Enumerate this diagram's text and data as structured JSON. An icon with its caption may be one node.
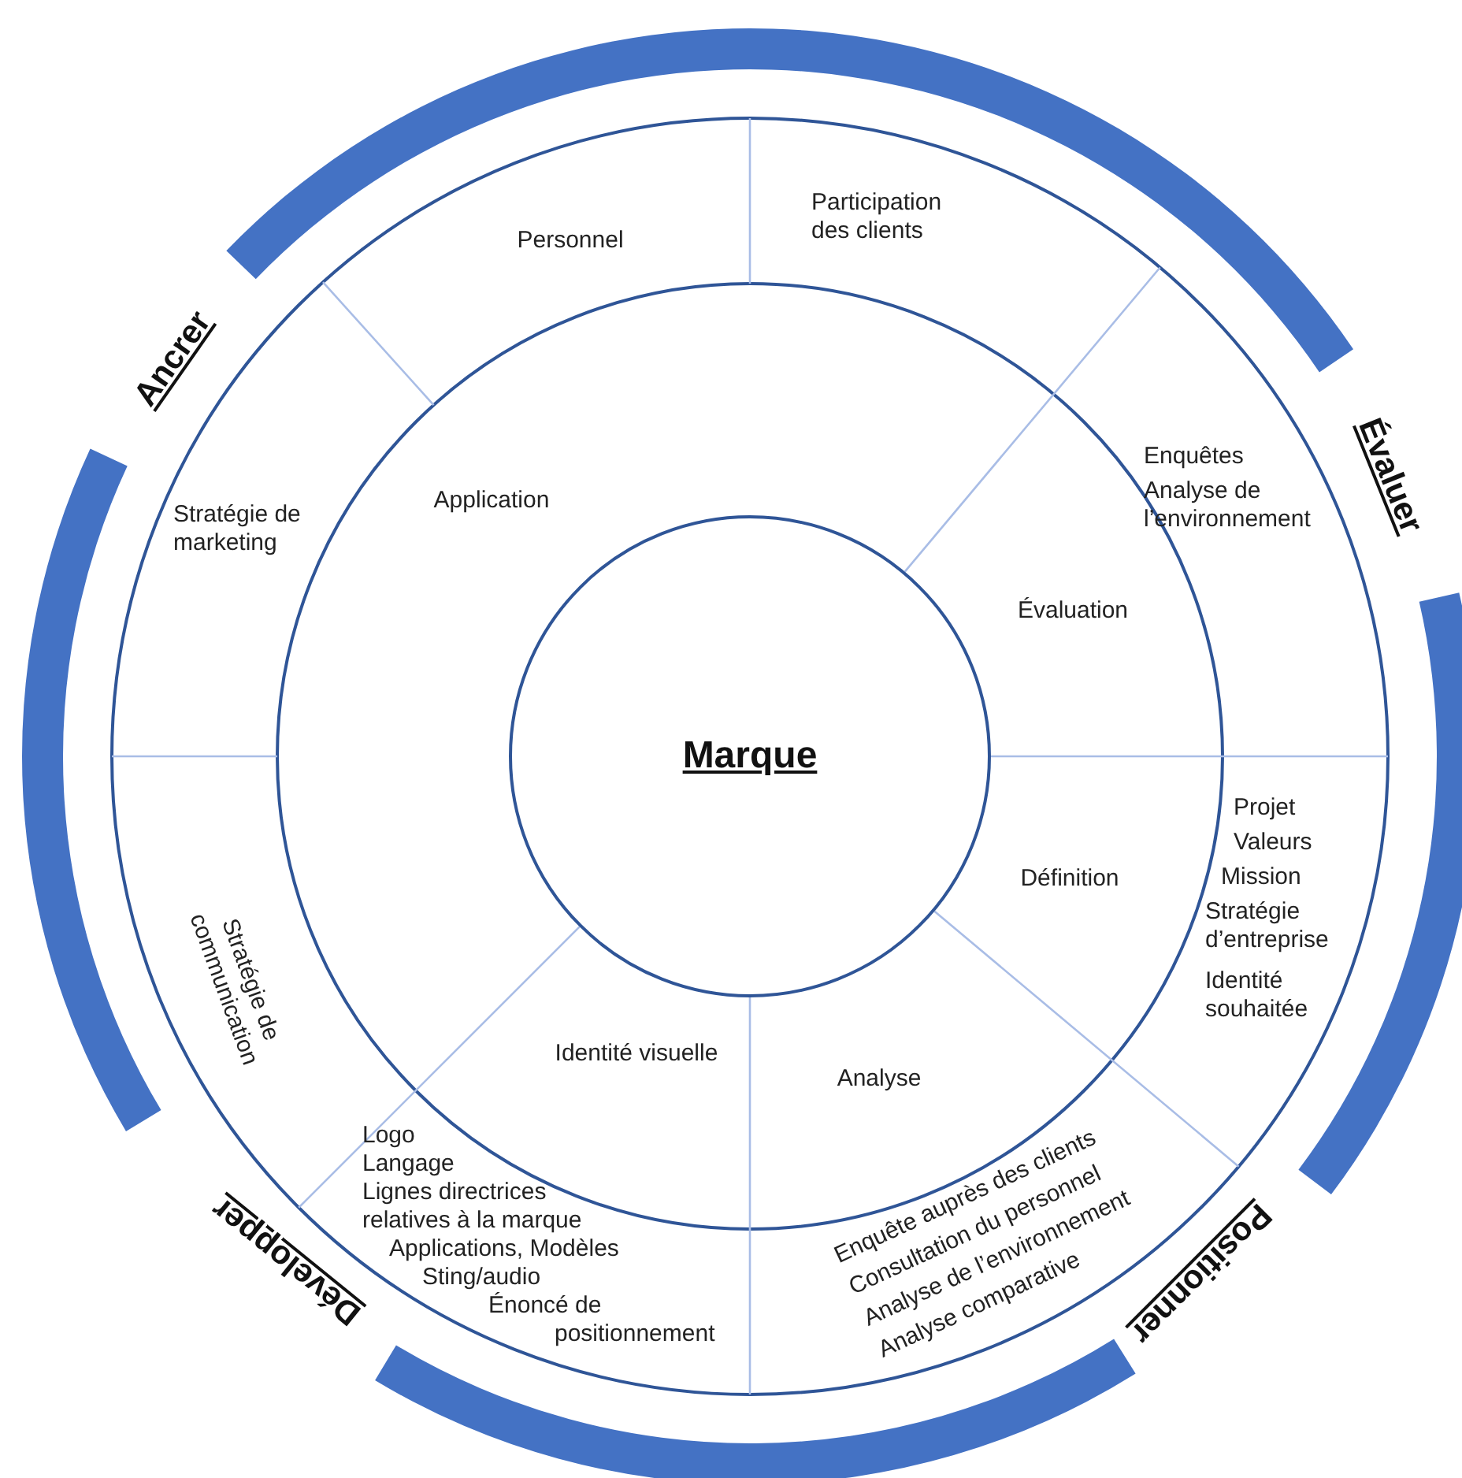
{
  "diagram": {
    "nodes": [
      {
        "text": [
          "Personnel"
        ]
      },
      {
        "text": [
          "Participation des clients"
        ]
      },
      {
        "text": [
          "Application"
        ]
      },
      {
        "text": [
          "Stratégie de marketing"
        ]
      },
      {
        "text": [
          "Enquêtes",
          "Analyse de l’environnement"
        ]
      },
      {
        "text": [
          "Évaluation"
        ]
      },
      {
        "text": [
          "Marque"
        ]
      },
      {
        "text": [
          "Définition"
        ]
      },
      {
        "text": [
          "Projet",
          "Valeurs",
          "Mission",
          "Stratégie d’entreprise",
          "Identité souhaitée"
        ]
      },
      {
        "text": [
          "Stratégie de communication"
        ]
      },
      {
        "text": [
          "Identité visuelle"
        ]
      },
      {
        "text": [
          "Analyse"
        ]
      },
      {
        "text": [
          "Logo",
          "Langage",
          "Lignes directrices relatives à la marque",
          "Applications, Modèles",
          "Sting/audio",
          "Énoncé de positionnement"
        ]
      },
      {
        "text": [
          "Enquête auprès des clients",
          "Consultation du personnel",
          "Analyse de l’environnement",
          "Analyse comparative"
        ]
      },
      {
        "text": [],
        "shape": "arc"
      },
      {
        "text": [],
        "shape": "arc"
      },
      {
        "text": [],
        "shape": "arc"
      },
      {
        "text": [],
        "shape": "arc"
      }
    ],
    "labels": [
      "Ancrer",
      "Évaluer",
      "Développer",
      "Positionner"
    ]
  }
}
